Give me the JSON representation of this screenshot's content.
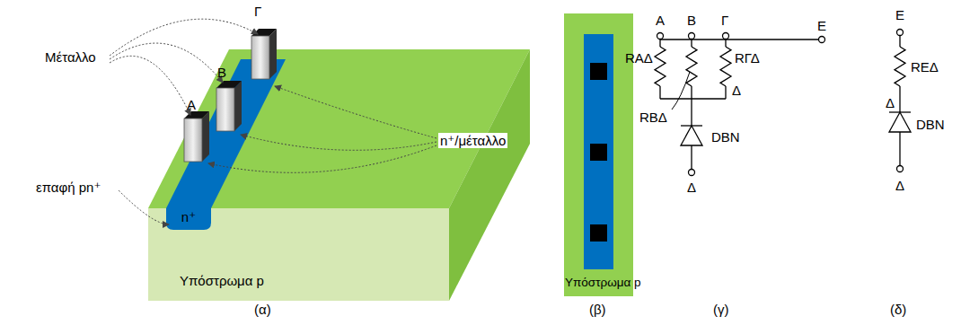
{
  "diagram": {
    "nodes": [
      {
        "text": [
          "Υπόστρωμα p"
        ]
      },
      {
        "text": [
          "n⁺"
        ]
      },
      {
        "text": [
          "Υπόστρωμα p"
        ]
      }
    ],
    "labels": [
      "Μέταλλο",
      "Α",
      "Β",
      "Γ",
      "επαφή pn⁺",
      "n⁺/μέταλλο",
      "Α",
      "Β",
      "Γ",
      "Ε",
      "RΑΔ",
      "RΓΔ",
      "Δ",
      "RΒΔ",
      "DBN",
      "Δ",
      "Ε",
      "RΕΔ",
      "Δ",
      "DBN",
      "Δ",
      "(α)",
      "(β)",
      "(γ)",
      "(δ)"
    ]
  }
}
